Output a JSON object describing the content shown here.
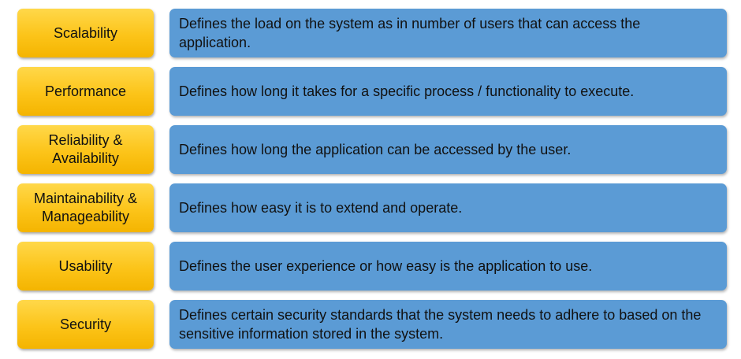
{
  "rows": [
    {
      "label": "Scalability",
      "description": "Defines the load on the system as in number of users that can access the application."
    },
    {
      "label": "Performance",
      "description": "Defines how long it takes for a specific process / functionality to execute."
    },
    {
      "label": "Reliability & Availability",
      "description": "Defines how long the application can be accessed by the user."
    },
    {
      "label": "Maintainability & Manageability",
      "description": "Defines how easy it is to extend and operate."
    },
    {
      "label": "Usability",
      "description": "Defines the user experience or how easy is the application to use."
    },
    {
      "label": "Security",
      "description": "Defines certain security standards that the system needs to adhere to based on the sensitive information stored in the system."
    }
  ],
  "colors": {
    "label_fill": "#fcc419",
    "description_fill": "#5b9bd5",
    "text": "#111111"
  }
}
